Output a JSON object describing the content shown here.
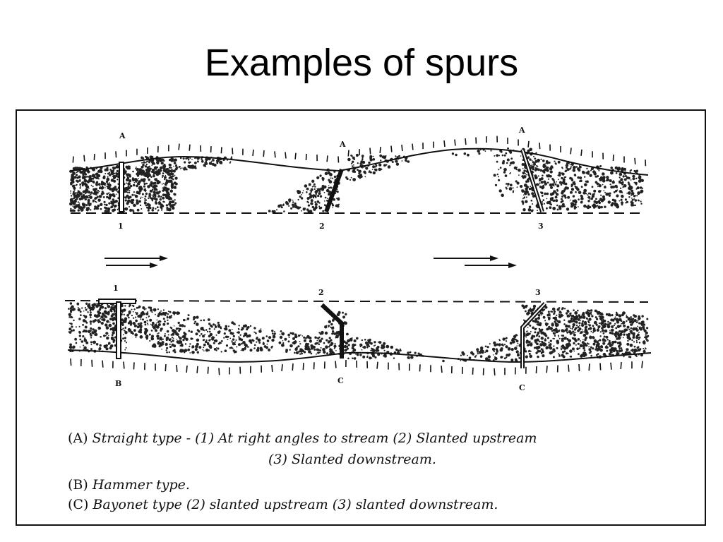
{
  "title": "Examples of spurs",
  "diagram": {
    "top_labels": {
      "a1": "A",
      "a2": "A",
      "a3": "A",
      "n1": "1",
      "n2": "2",
      "n3": "3"
    },
    "bottom_labels": {
      "n1": "1",
      "n2": "2",
      "n3": "3",
      "b": "B",
      "c1": "C",
      "c2": "C"
    }
  },
  "captions": {
    "a_tag": "(A)",
    "a_body": "Straight type - (1) At right angles to stream (2) Slanted upstream",
    "a_line2": "(3) Slanted downstream.",
    "b_tag": "(B)",
    "b_body": "Hammer type.",
    "c_tag": "(C)",
    "c_body": "Bayonet type (2) slanted upstream (3) slanted downstream."
  }
}
